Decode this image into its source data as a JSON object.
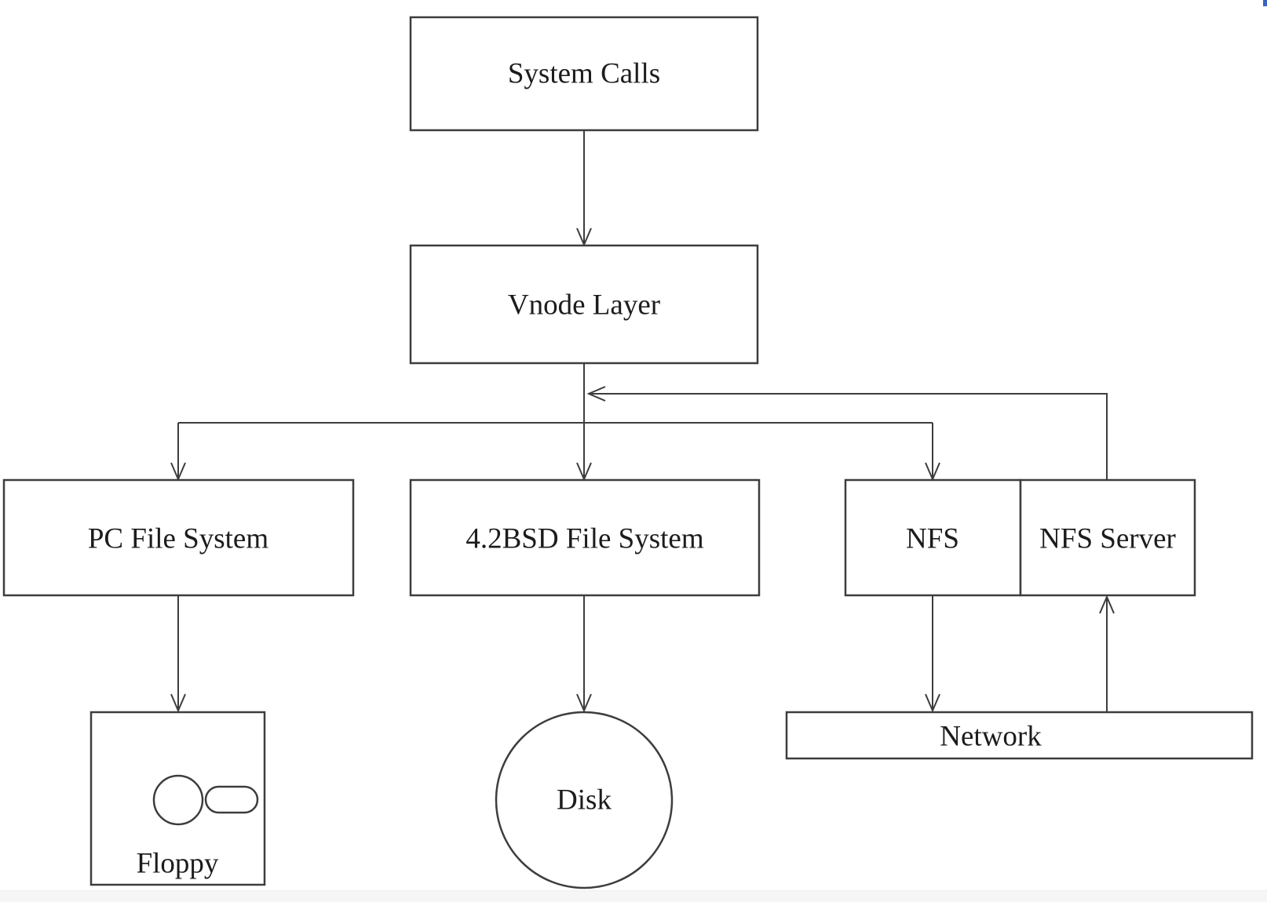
{
  "diagram": {
    "description": "Vnode layer file-system architecture diagram",
    "nodes": {
      "system_calls": {
        "label": "System Calls",
        "shape": "rect"
      },
      "vnode_layer": {
        "label": "Vnode Layer",
        "shape": "rect"
      },
      "pc_file_system": {
        "label": "PC File System",
        "shape": "rect"
      },
      "bsd_file_system": {
        "label": "4.2BSD File System",
        "shape": "rect"
      },
      "nfs": {
        "label": "NFS",
        "shape": "rect"
      },
      "nfs_server": {
        "label": "NFS Server",
        "shape": "rect"
      },
      "network": {
        "label": "Network",
        "shape": "rect"
      },
      "disk": {
        "label": "Disk",
        "shape": "circle"
      },
      "floppy": {
        "label": "Floppy",
        "shape": "rect-with-floppy-icon"
      }
    },
    "edges": [
      {
        "from": "System Calls",
        "to": "Vnode Layer",
        "arrow": "down"
      },
      {
        "from": "Vnode Layer",
        "to": "PC File System",
        "arrow": "down"
      },
      {
        "from": "Vnode Layer",
        "to": "4.2BSD File System",
        "arrow": "down"
      },
      {
        "from": "Vnode Layer",
        "to": "NFS",
        "arrow": "down"
      },
      {
        "from": "NFS Server",
        "to": "Vnode Layer",
        "arrow": "left-into-vnode-drop-line"
      },
      {
        "from": "PC File System",
        "to": "Floppy",
        "arrow": "down"
      },
      {
        "from": "4.2BSD File System",
        "to": "Disk",
        "arrow": "down"
      },
      {
        "from": "NFS",
        "to": "Network",
        "arrow": "down"
      },
      {
        "from": "Network",
        "to": "NFS Server",
        "arrow": "up"
      }
    ],
    "colors": {
      "line": "#3d3d3d",
      "text": "#1c1c1c",
      "background": "#ffffff",
      "bottom_strip": "#f6f6f7",
      "corner_artifact": "#3b63c4"
    }
  }
}
